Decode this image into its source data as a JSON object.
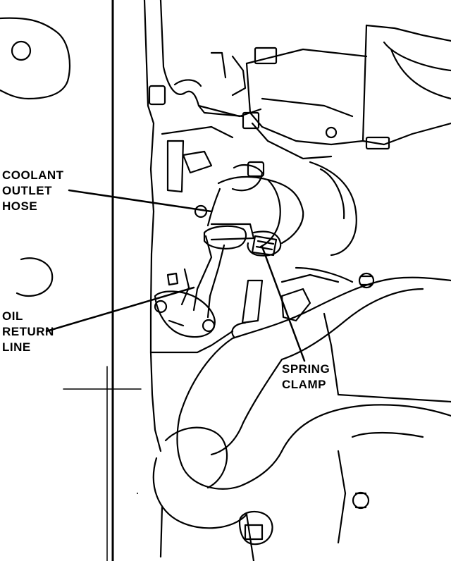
{
  "labels": {
    "coolant_outlet_hose": [
      "COOLANT",
      "OUTLET",
      "HOSE"
    ],
    "oil_return_line": [
      "OIL",
      "RETURN",
      "LINE"
    ],
    "spring_clamp": [
      "SPRING",
      "CLAMP"
    ]
  },
  "colors": {
    "ink": "#000000",
    "paper": "#ffffff"
  }
}
